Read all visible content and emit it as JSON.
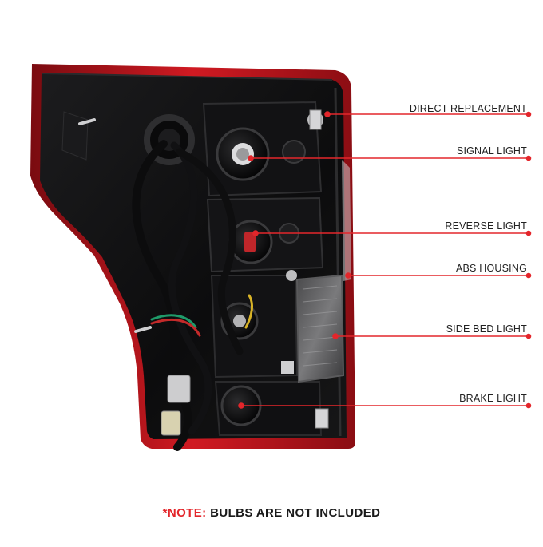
{
  "colors": {
    "accent_red": "#e3262b",
    "housing_black": "#0e0e0f",
    "lens_red": "#b8141b",
    "label_text": "#222222"
  },
  "callouts": [
    {
      "id": "direct-replacement",
      "label": "DIRECT REPLACEMENT"
    },
    {
      "id": "signal-light",
      "label": "SIGNAL LIGHT"
    },
    {
      "id": "reverse-light",
      "label": "REVERSE LIGHT"
    },
    {
      "id": "abs-housing",
      "label": "ABS HOUSING"
    },
    {
      "id": "side-bed-light",
      "label": "SIDE BED LIGHT"
    },
    {
      "id": "brake-light",
      "label": "BRAKE LIGHT"
    }
  ],
  "note": {
    "prefix": "*NOTE:",
    "text": "BULBS ARE NOT INCLUDED"
  },
  "icons": {
    "product": "tail-light-assembly-back-view",
    "pointer": "callout-dot-icon"
  }
}
